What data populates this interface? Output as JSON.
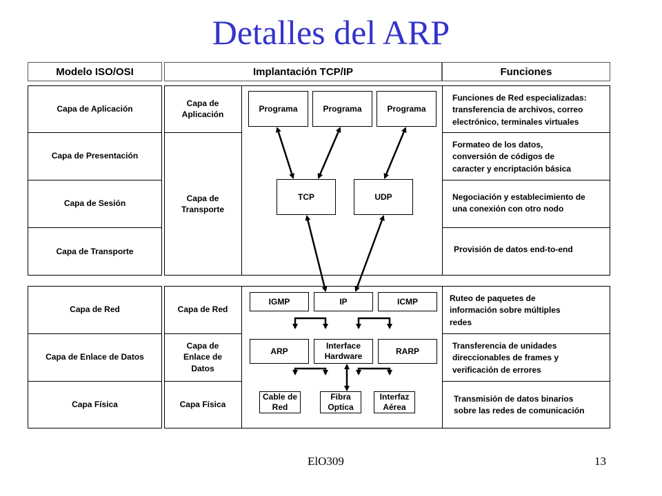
{
  "title": "Detalles del ARP",
  "headers": {
    "osi": "Modelo ISO/OSI",
    "tcpip": "Implantación TCP/IP",
    "funciones": "Funciones"
  },
  "osi_layers": [
    "Capa de Aplicación",
    "Capa de Presentación",
    "Capa de Sesión",
    "Capa de Transporte",
    "Capa de Red",
    "Capa de Enlace de Datos",
    "Capa Física"
  ],
  "tcpip_layers": {
    "aplicacion": "Capa de\nAplicación",
    "transporte": "Capa de\nTransporte",
    "red": "Capa de Red",
    "enlace": "Capa de\nEnlace de\nDatos",
    "fisica": "Capa Física"
  },
  "boxes": {
    "programa1": "Programa",
    "programa2": "Programa",
    "programa3": "Programa",
    "tcp": "TCP",
    "udp": "UDP",
    "igmp": "IGMP",
    "ip": "IP",
    "icmp": "ICMP",
    "arp": "ARP",
    "interface_hardware": "Interface\nHardware",
    "rarp": "RARP",
    "cable_red": "Cable de\nRed",
    "fibra_optica": "Fibra\nOptica",
    "interfaz_aerea": "Interfaz\nAérea"
  },
  "funciones": [
    "Funciones de Red especializadas:\ntransferencia de archivos, correo\nelectrónico, terminales virtuales",
    "Formateo de los datos,\nconversión de códigos de\ncaracter y encriptación básica",
    "Negociación y establecimiento de\nuna conexión con otro nodo",
    "Provisión de datos end-to-end",
    "Ruteo de paquetes de\ninformación sobre múltiples\nredes",
    "Transferencia de unidades\ndireccionables de frames y\nverificación de errores",
    "Transmisión de datos binarios\nsobre las redes de comunicación"
  ],
  "footer": {
    "left": "ElO309",
    "page": "13"
  }
}
